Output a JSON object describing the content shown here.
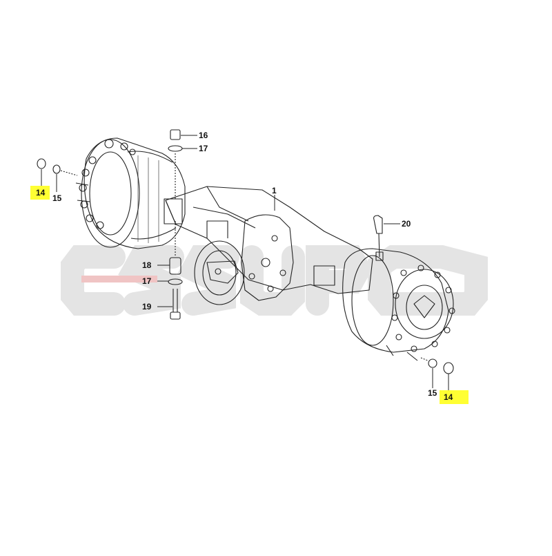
{
  "diagram": {
    "type": "exploded-parts-diagram",
    "subject": "axle-assembly",
    "watermark_text": "ESSUPO",
    "colors": {
      "line": "#222222",
      "highlight": "#ffff33",
      "watermark": "#e6e6e6",
      "watermark_accent": "#f3c9c9"
    },
    "callouts": [
      {
        "id": "c1",
        "number": "1",
        "highlighted": false
      },
      {
        "id": "c14a",
        "number": "14",
        "highlighted": true
      },
      {
        "id": "c15a",
        "number": "15",
        "highlighted": false
      },
      {
        "id": "c16",
        "number": "16",
        "highlighted": false
      },
      {
        "id": "c17a",
        "number": "17",
        "highlighted": false
      },
      {
        "id": "c18",
        "number": "18",
        "highlighted": false
      },
      {
        "id": "c17b",
        "number": "17",
        "highlighted": false
      },
      {
        "id": "c19",
        "number": "19",
        "highlighted": false
      },
      {
        "id": "c20",
        "number": "20",
        "highlighted": false
      },
      {
        "id": "c15b",
        "number": "15",
        "highlighted": false
      },
      {
        "id": "c14b",
        "number": "14",
        "highlighted": true
      }
    ]
  }
}
